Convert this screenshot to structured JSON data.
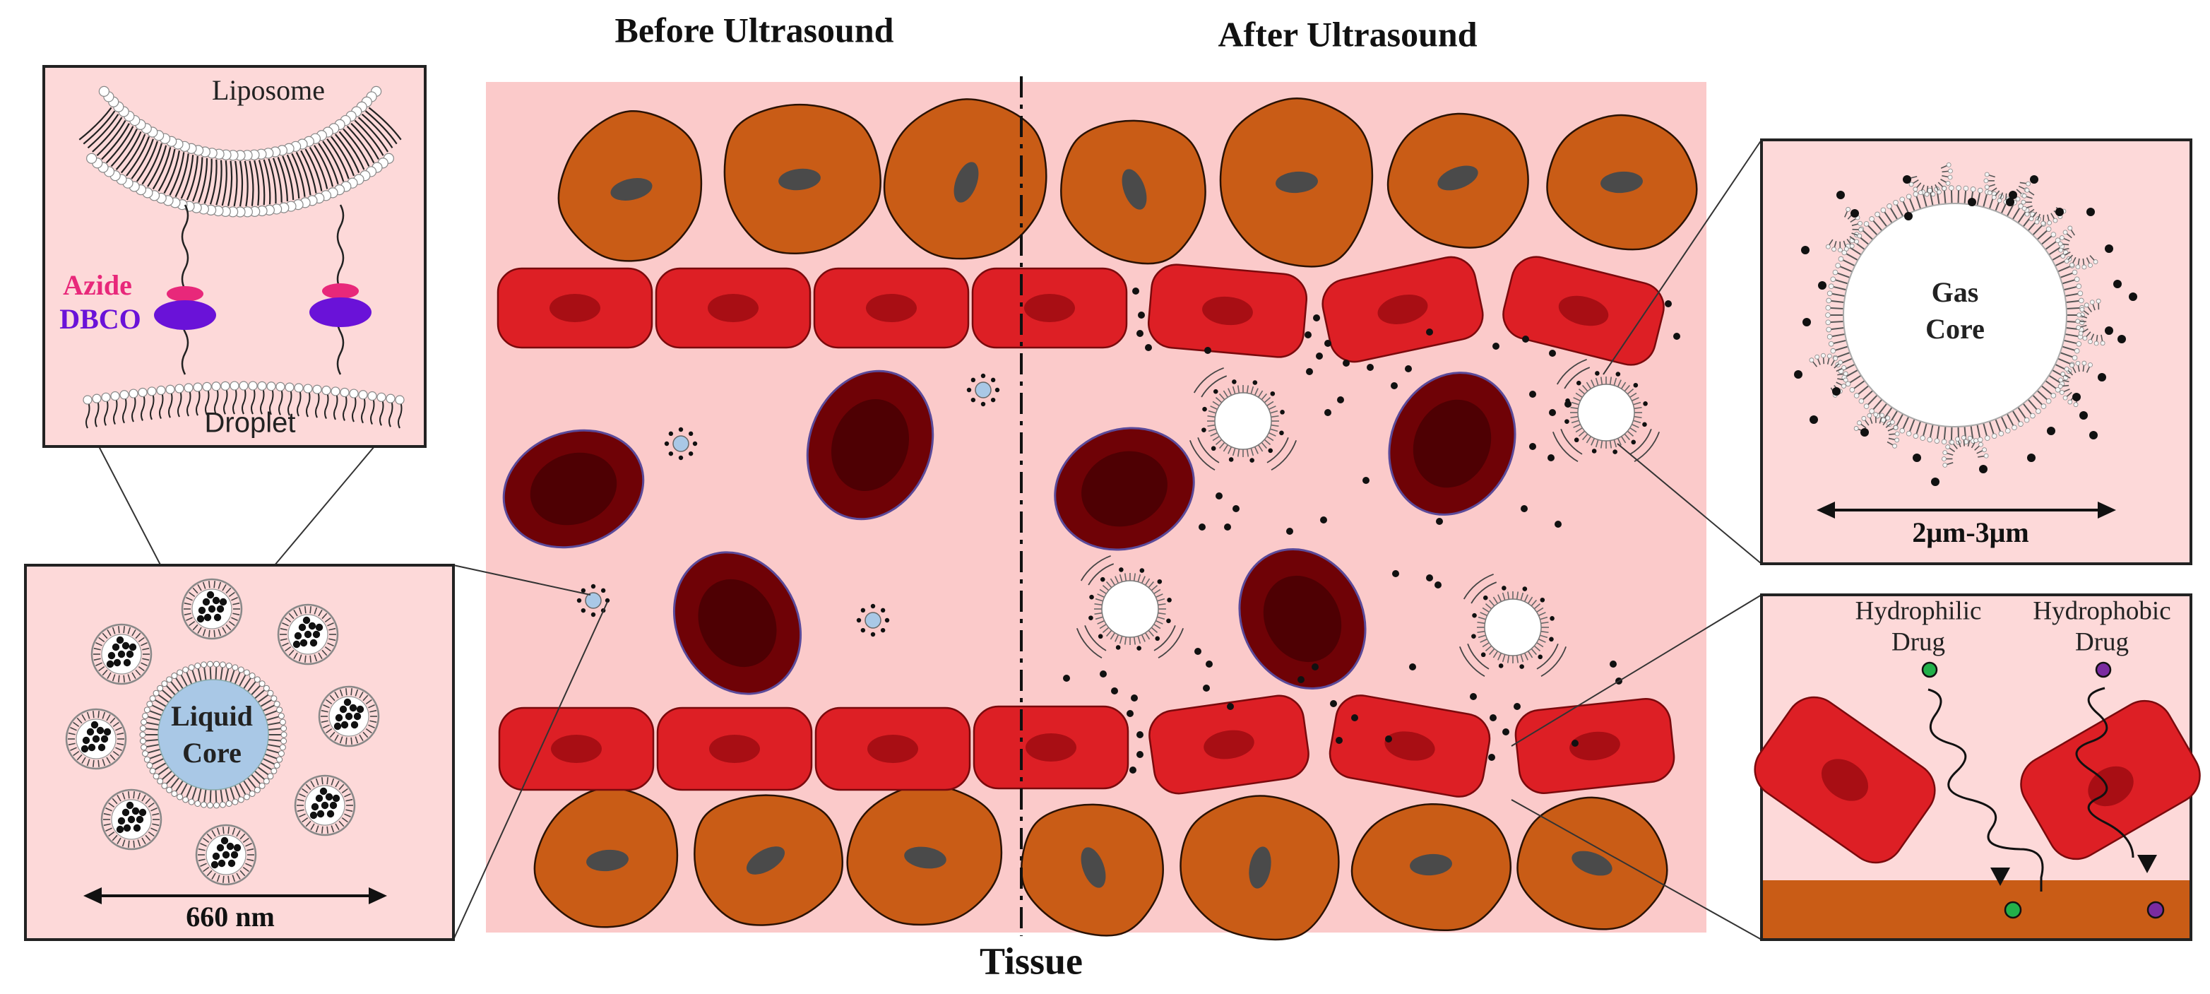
{
  "headings": {
    "before": "Before Ultrasound",
    "after": "After Ultrasound",
    "tissue": "Tissue"
  },
  "liposome_panel": {
    "liposome": "Liposome",
    "azide": "Azide",
    "dbco": "DBCO",
    "droplet": "Droplet"
  },
  "droplet_panel": {
    "core_line1": "Liquid",
    "core_line2": "Core",
    "size": "660 nm"
  },
  "bubble_panel": {
    "core_line1": "Gas",
    "core_line2": "Core",
    "size": "2μm-3μm"
  },
  "drug_panel": {
    "hydrophilic_line1": "Hydrophilic",
    "hydrophilic_line2": "Drug",
    "hydrophobic_line1": "Hydrophobic",
    "hydrophobic_line2": "Drug"
  },
  "colors": {
    "tissue_bg": "#fbcaca",
    "panel_bg": "#fdd9d9",
    "tissue_cell": "#c95c16",
    "nucleus": "#4a4a4a",
    "rbc": "#dd1f25",
    "rbc_center": "#a80e14",
    "dark_rbc": "#6f0206",
    "dark_rbc_center": "#4e0003",
    "azide": "#e8287a",
    "dbco": "#6a12d8",
    "droplet_core": "#a9c8e6",
    "hydrophilic": "#22b04a",
    "hydrophobic": "#7a2ba0"
  }
}
